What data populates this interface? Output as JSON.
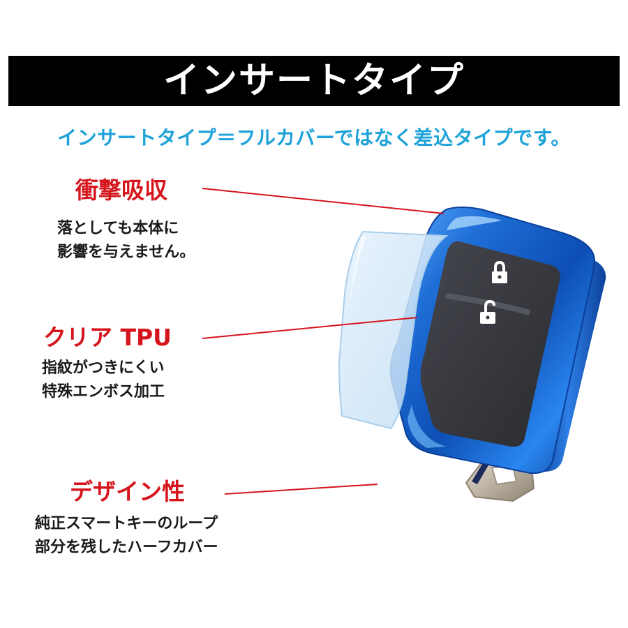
{
  "banner": {
    "title": "インサートタイプ"
  },
  "subtitle": "インサートタイプ＝フルカバーではなく差込タイプです。",
  "features": [
    {
      "heading": "衝撃吸収",
      "lines": [
        "落としても本体に",
        "影響を与えません。"
      ]
    },
    {
      "heading": "クリア TPU",
      "lines": [
        "指紋がつきにくい",
        "特殊エンボス加工"
      ]
    },
    {
      "heading": "デザイン性",
      "lines": [
        "純正スマートキーのループ",
        "部分を残したハーフカバー"
      ]
    }
  ],
  "colors": {
    "banner_bg": "#000000",
    "banner_text": "#ffffff",
    "subtitle": "#1ea2d9",
    "heading": "#d5141c",
    "body_text": "#1a1a1a",
    "case_blue": "#1f6fd8",
    "key_dark": "#3a3c42",
    "film_clear": "#d6ebfa"
  },
  "icons": [
    "lock-closed-icon",
    "lock-open-icon"
  ]
}
